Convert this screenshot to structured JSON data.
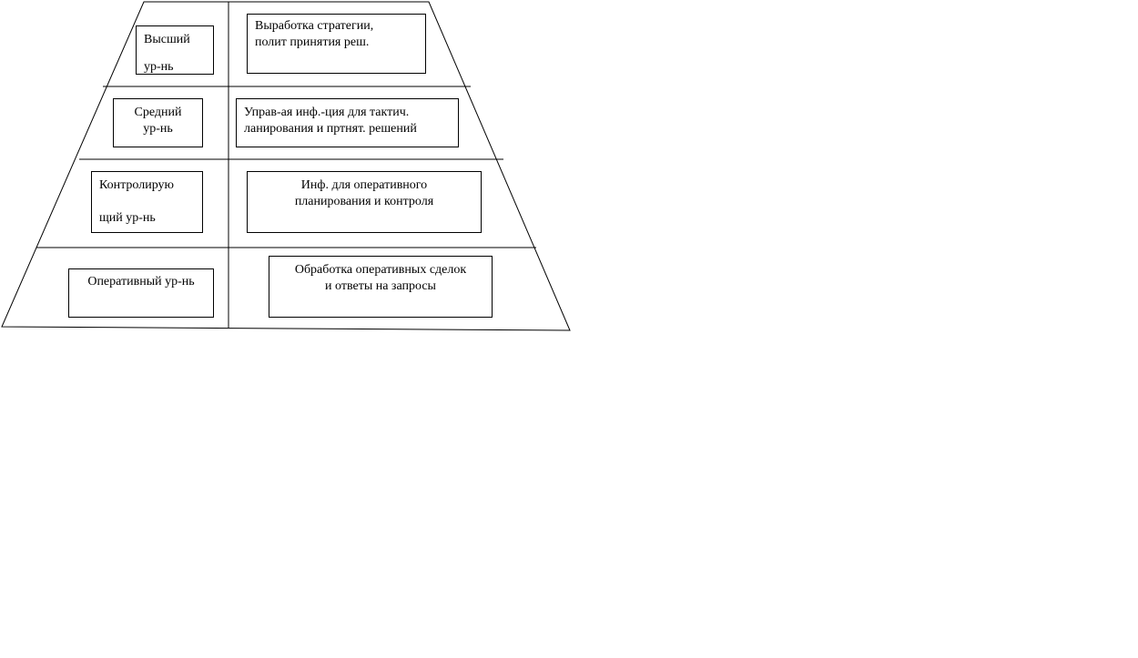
{
  "diagram": {
    "levels": [
      {
        "level_label": [
          "Высший",
          "ур-нь"
        ],
        "description": [
          "Выработка стратегии,",
          "полит принятия  реш."
        ]
      },
      {
        "level_label": [
          "Средний",
          "ур-нь"
        ],
        "description": [
          "Управ-ая  инф.-ция для тактич.",
          "ланирования и пртнят. решений"
        ]
      },
      {
        "level_label": [
          "Контролирую",
          "щий ур-нь"
        ],
        "description": [
          "Инф. для оперативного",
          "планирования и контроля"
        ]
      },
      {
        "level_label": [
          "Оперативный ур-нь"
        ],
        "description": [
          "Обработка оперативных сделок",
          "и ответы на запросы"
        ]
      }
    ]
  }
}
